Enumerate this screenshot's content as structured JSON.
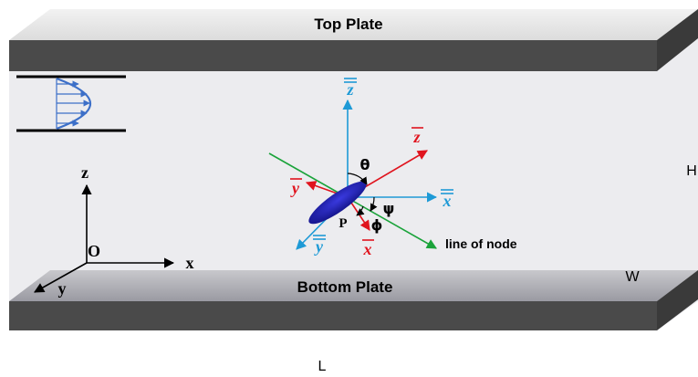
{
  "plates": {
    "top": "Top Plate",
    "bottom": "Bottom Plate"
  },
  "dimensions": {
    "height": "H",
    "width": "W",
    "length": "L"
  },
  "global_axes": {
    "x": "x",
    "y": "y",
    "z": "z",
    "origin": "O"
  },
  "particle": {
    "center": "P",
    "theta": "θ",
    "psi": "ψ",
    "phi": "ϕ",
    "line_of_node": "line of node",
    "lab_x": "x",
    "lab_y": "y",
    "lab_z": "z",
    "body_x": "x",
    "body_y": "y",
    "body_z": "z"
  },
  "colors": {
    "plate_dark": "#4a4a4a",
    "plate_top_face": "#e6e6e6",
    "channel_back": "#ececef",
    "lab_axes": "#1e9ad6",
    "body_axes": "#e0141e",
    "line_of_node": "#1aa33a",
    "ellipsoid": "#1a1ab8",
    "flow_profile": "#3c6fc8"
  }
}
